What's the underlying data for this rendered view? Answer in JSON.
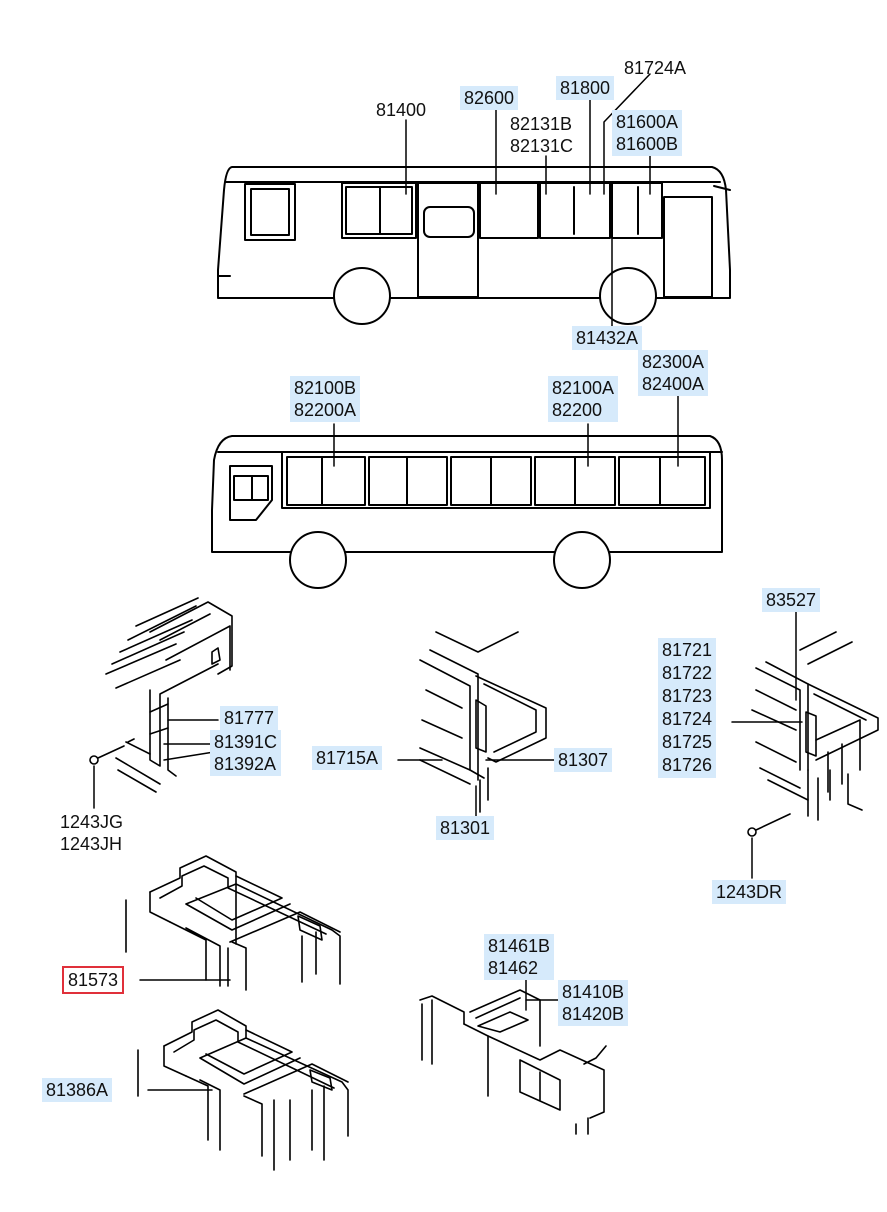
{
  "labels": {
    "p81400": "81400",
    "p82600": "82600",
    "p81800": "81800",
    "p81724A": "81724A",
    "p82131": "82131B\n82131C",
    "p81600": "81600A\n81600B",
    "p81432A": "81432A",
    "p82100B": "82100B\n82200A",
    "p82100A": "82100A\n82200",
    "p82300A": "82300A\n82400A",
    "p81777": "81777",
    "p81391": "81391C\n81392A",
    "p1243J": "1243JG\n1243JH",
    "p81715A": "81715A",
    "p81307": "81307",
    "p81301": "81301",
    "p83527": "83527",
    "p817xx": "81721\n81722\n81723\n81724\n81725\n81726",
    "p1243DR": "1243DR",
    "p81573": "81573",
    "p81386A": "81386A",
    "p81461": "81461B\n81462",
    "p81410": "81410B\n81420B"
  },
  "colors": {
    "label_bg": "#d6eafb",
    "highlight_border": "#e0303a",
    "line": "#000000"
  }
}
